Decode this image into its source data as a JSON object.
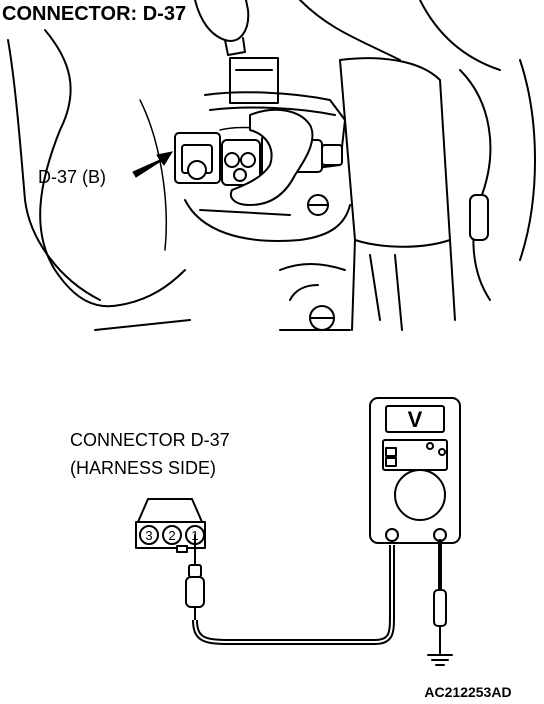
{
  "title": "CONNECTOR: D-37",
  "callout_label": "D-37 (B)",
  "harness_label_line1": "CONNECTOR D-37",
  "harness_label_line2": "(HARNESS SIDE)",
  "connector_pins": [
    "3",
    "2",
    "1"
  ],
  "meter_symbol": "V",
  "figure_code": "AC212253AD",
  "colors": {
    "line": "#000000",
    "background": "#ffffff"
  }
}
